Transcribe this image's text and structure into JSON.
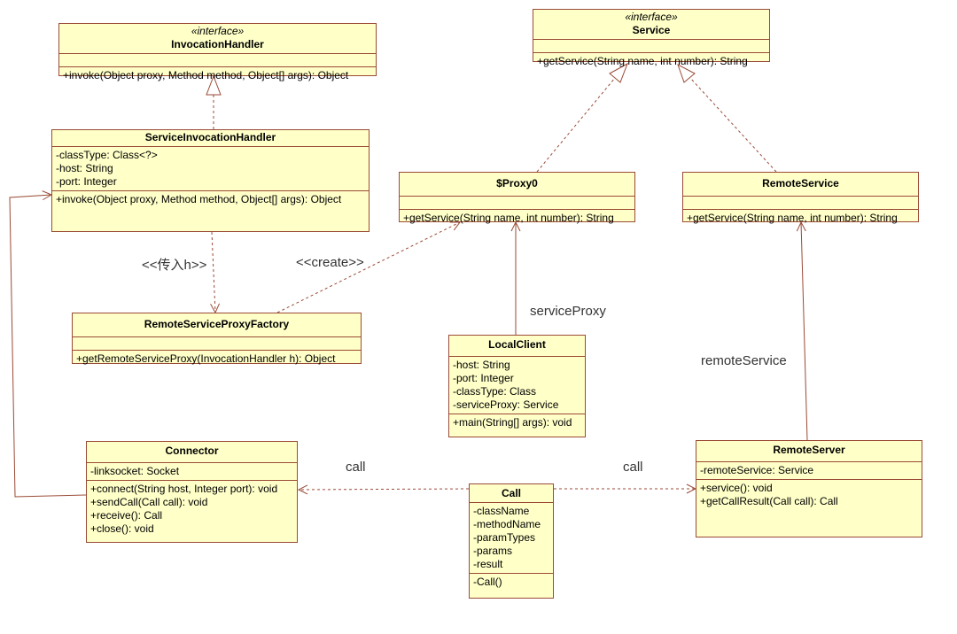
{
  "classes": {
    "invocation_handler": {
      "stereotype": "«interface»",
      "name": "InvocationHandler",
      "attributes": [],
      "methods": [
        "+invoke(Object proxy, Method method, Object[] args): Object"
      ]
    },
    "service": {
      "stereotype": "«interface»",
      "name": "Service",
      "attributes": [],
      "methods": [
        "+getService(String name, int number): String"
      ]
    },
    "service_invocation_handler": {
      "name": "ServiceInvocationHandler",
      "attributes": [
        "-classType: Class<?>",
        "-host: String",
        "-port: Integer"
      ],
      "methods": [
        "+invoke(Object proxy, Method method, Object[] args): Object"
      ]
    },
    "proxy0": {
      "name": "$Proxy0",
      "attributes": [],
      "methods": [
        "+getService(String name, int number): String"
      ]
    },
    "remote_service": {
      "name": "RemoteService",
      "attributes": [],
      "methods": [
        "+getService(String name, int number): String"
      ]
    },
    "remote_service_proxy_factory": {
      "name": "RemoteServiceProxyFactory",
      "attributes": [],
      "methods": [
        "+getRemoteServiceProxy(InvocationHandler h): Object"
      ]
    },
    "local_client": {
      "name": "LocalClient",
      "attributes": [
        "-host: String",
        "-port: Integer",
        "-classType: Class",
        "-serviceProxy: Service"
      ],
      "methods": [
        "+main(String[] args): void"
      ]
    },
    "connector": {
      "name": "Connector",
      "attributes": [
        "-linksocket: Socket"
      ],
      "methods": [
        "+connect(String host, Integer port): void",
        "+sendCall(Call call): void",
        "+receive(): Call",
        "+close(): void"
      ]
    },
    "call": {
      "name": "Call",
      "attributes": [
        "-className",
        "-methodName",
        "-paramTypes",
        "-params",
        "-result"
      ],
      "methods": [
        "-Call()"
      ]
    },
    "remote_server": {
      "name": "RemoteServer",
      "attributes": [
        "-remoteService: Service"
      ],
      "methods": [
        "+service(): void",
        "+getCallResult(Call call): Call"
      ]
    }
  },
  "labels": {
    "pass_h": "<<传入h>>",
    "create": "<<create>>",
    "service_proxy": "serviceProxy",
    "remote_service": "remoteService",
    "call_left": "call",
    "call_right": "call"
  },
  "colors": {
    "fill": "#ffffc8",
    "stroke": "#9a4a36",
    "label": "#333333"
  }
}
